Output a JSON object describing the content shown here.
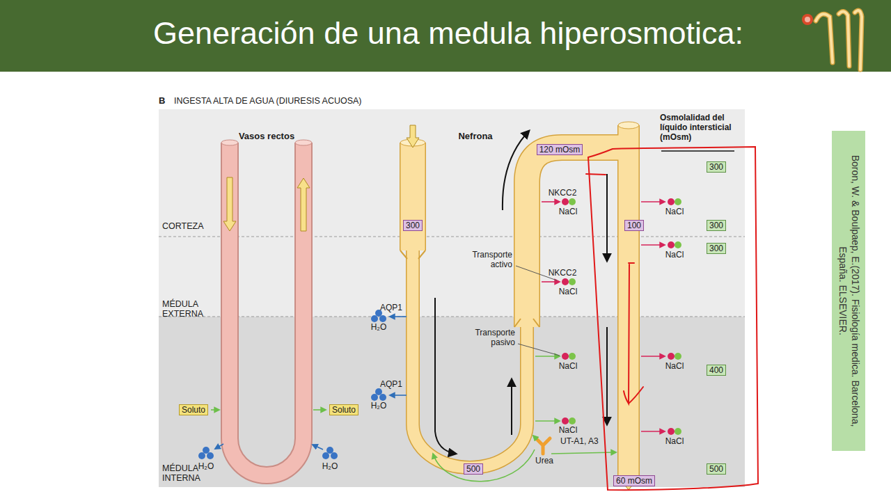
{
  "diagram": {
    "title": "Generación de una medula hiperosmotica:",
    "nodes": [
      {
        "text": [
          "120 mOsm"
        ]
      },
      {
        "text": [
          "300"
        ]
      },
      {
        "text": [
          "300"
        ]
      },
      {
        "text": [
          "100"
        ]
      },
      {
        "text": [
          "300"
        ]
      },
      {
        "text": [
          "300"
        ]
      },
      {
        "text": [
          "400"
        ]
      },
      {
        "text": [
          "Soluto"
        ]
      },
      {
        "text": [
          "Soluto"
        ]
      },
      {
        "text": [
          "500"
        ]
      },
      {
        "text": [
          "500"
        ]
      },
      {
        "text": [
          "60 mOsm"
        ]
      },
      {
        "text": [
          "Boron, W. & Boulpaep, E.(2017). Fisiología medica. Barcelona, España. ELSEVIER."
        ]
      }
    ],
    "labels": [
      "B",
      "INGESTA ALTA DE AGUA (DIURESIS ACUOSA)",
      "Vasos rectos",
      "Nefrona",
      "Osmolalidad del líquido intersticial (mOsm)",
      "CORTEZA",
      "NKCC2",
      "NaCl",
      "NaCl",
      "NaCl",
      "Transporte activo",
      "NKCC2",
      "NaCl",
      "MÉDULA EXTERNA",
      "AQP1",
      "H₂O",
      "Transporte pasivo",
      "NaCl",
      "NaCl",
      "AQP1",
      "H₂O",
      "NaCl",
      "NaCl",
      "UT-A1, A3",
      "H₂O",
      "H₂O",
      "Urea",
      "MÉDULA INTERNA"
    ]
  }
}
